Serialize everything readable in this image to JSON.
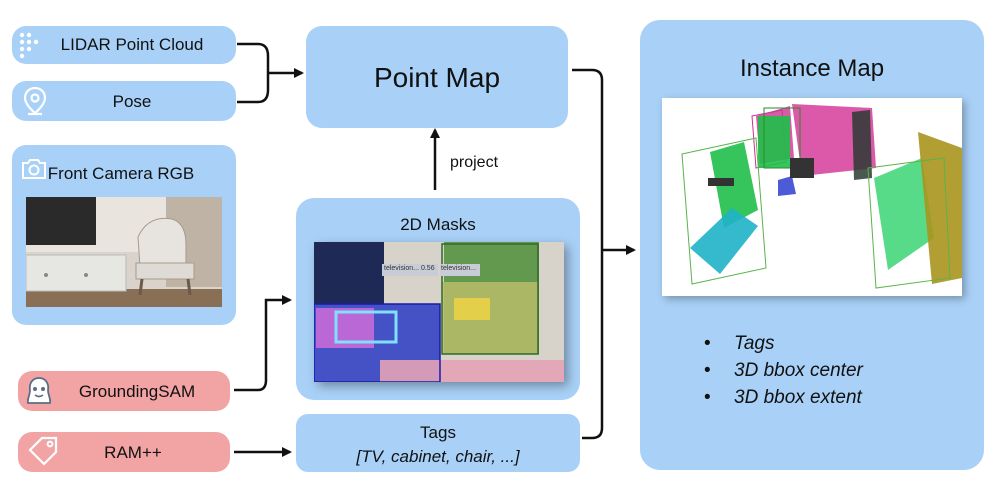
{
  "inputs": {
    "lidar": "LIDAR Point Cloud",
    "pose": "Pose",
    "camera": "Front Camera RGB",
    "grounding": "GroundingSAM",
    "ram": "RAM++"
  },
  "point_map": {
    "title": "Point Map"
  },
  "project_label": "project",
  "masks": {
    "title": "2D Masks",
    "detection_labels": [
      "television... 0.56",
      "television..."
    ]
  },
  "tags": {
    "title": "Tags",
    "list": "[TV, cabinet, chair, ...]"
  },
  "instance_map": {
    "title": "Instance Map",
    "outputs": [
      "Tags",
      "3D bbox  center",
      "3D bbox  extent"
    ]
  },
  "colors": {
    "box_blue": "#a9d1f7",
    "box_pink": "#f2a4a4",
    "arrow": "#111111"
  },
  "icons": [
    "dots-icon",
    "location-pin-icon",
    "camera-icon",
    "robot-mascot-icon",
    "tag-icon"
  ]
}
